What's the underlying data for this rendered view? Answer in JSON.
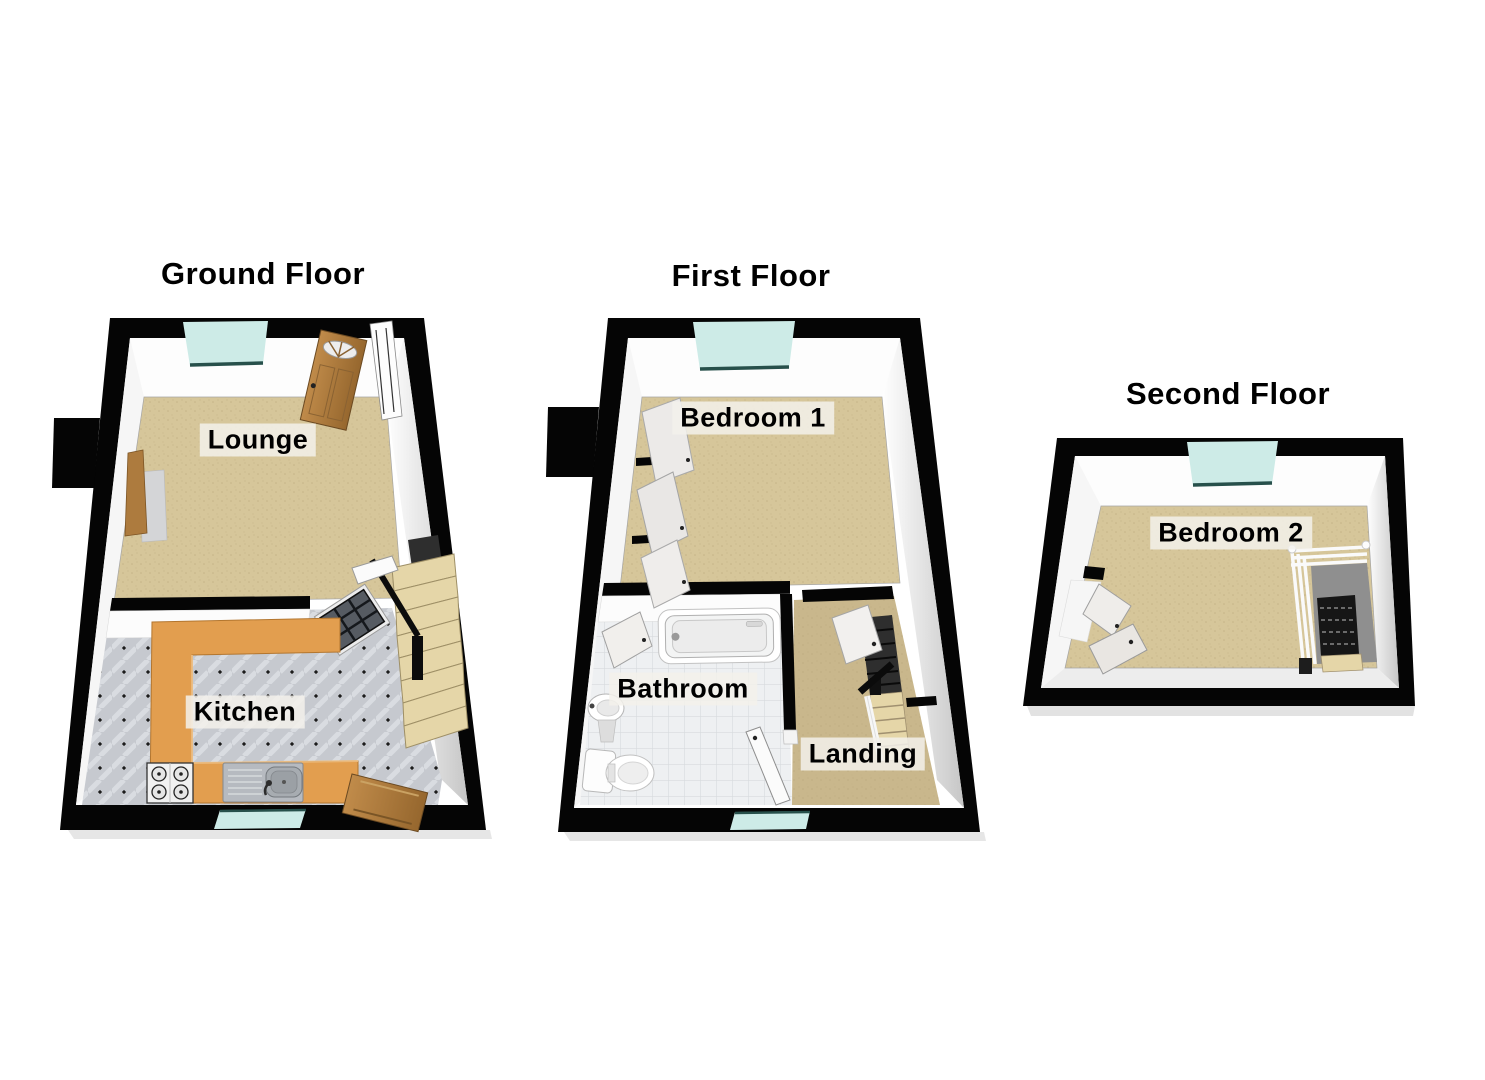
{
  "page": {
    "background": "#ffffff"
  },
  "floors": [
    {
      "title": "Ground Floor",
      "rooms": [
        "Lounge",
        "Kitchen"
      ]
    },
    {
      "title": "First Floor",
      "rooms": [
        "Bedroom 1",
        "Bathroom",
        "Landing"
      ]
    },
    {
      "title": "Second Floor",
      "rooms": [
        "Bedroom 2"
      ]
    }
  ],
  "colors": {
    "page-bg": "#ffffff",
    "wall": "#050505",
    "carpet": "#d6c69a",
    "landing-carpet": "#c9b78c",
    "kitchen-tile": "#c6c9cf",
    "bath-tile": "#eef0f2",
    "counter": "#e29e4f",
    "wood-door": "#b0803f",
    "stairs": "#e5d6a8",
    "window-glass": "#cdebe7",
    "stairwell-dark": "#2e2e2e",
    "label-bg": "rgba(243,241,235,0.85)",
    "label-text": "#000000"
  }
}
